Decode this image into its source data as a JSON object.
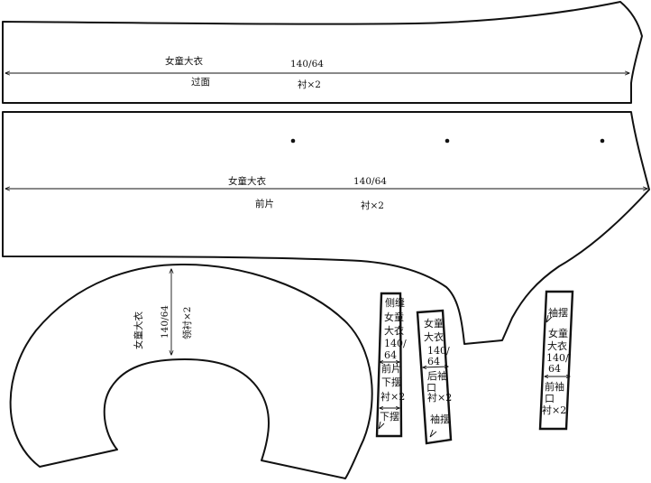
{
  "facing_piece": {
    "garment": "女童大衣",
    "size": "140/64",
    "piece_name": "过面",
    "cut_note": "衬×2"
  },
  "front_piece": {
    "garment": "女童大衣",
    "size": "140/64",
    "piece_name": "前片",
    "cut_note": "衬×2"
  },
  "collar_piece": {
    "garment": "女童大衣",
    "size": "140/64",
    "cut_note": "领衬×2"
  },
  "strip_front_hem": {
    "top_label": "侧缝",
    "garment_lines": [
      "女童",
      "大衣",
      "140/",
      "64"
    ],
    "piece_lines": [
      "前片",
      "下摆"
    ],
    "cut_note": "衬×2",
    "bottom_label": "下摆"
  },
  "strip_back_sleeve": {
    "garment_lines": [
      "女童",
      "大衣",
      "140/",
      "64"
    ],
    "piece_lines": [
      "后袖",
      "口"
    ],
    "cut_note": "衬×2",
    "bottom_label": "袖摆"
  },
  "strip_front_sleeve": {
    "top_label": "袖摆",
    "garment_lines": [
      "女童",
      "大衣",
      "140/",
      "64"
    ],
    "piece_lines": [
      "前袖",
      "口"
    ],
    "cut_note": "衬×2"
  },
  "colors": {
    "line": "#111111",
    "background": "#ffffff"
  }
}
